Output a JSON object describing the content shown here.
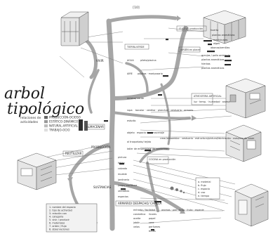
{
  "page_number": "[10]",
  "title_line1": "arbol",
  "title_line2": "tipológico",
  "legend": {
    "heading_line1": "relaciones de",
    "heading_line2": "actividades",
    "items": [
      {
        "label": "PRODUCCIÓN-OCIOSO",
        "color": "#666666"
      },
      {
        "label": "ESTÁTICO-DINÁMICO",
        "color": "#9a9a9a"
      },
      {
        "label": "NATURAL-ARTIFICIAL",
        "color": "#bdbdbd"
      },
      {
        "label": "TRABAJO-OCIO",
        "color": "#dedede"
      }
    ]
  },
  "nodes": {
    "vivir": "VIVIR",
    "almacenar": "ALMACENAR",
    "produccion": "PRODUCCIÓN",
    "reutilizar": "REUTILIZAR",
    "sustancias": "SUSTANCIAS",
    "cultivo": "CULTIVO producción",
    "tierra": "TIERRA-VERDE",
    "agua": "AGUA",
    "aire": "AIRE",
    "agua_desc": "pileta/piscina",
    "aire_desc": "pájaros · mariposario",
    "jardin": "JARDÍN en placer",
    "atmosfera": "ATMOSFERA ARTIFICIAL",
    "atmosfera_list": "luz · temp. · humedad · aroma",
    "musica": "música/ verde",
    "ropa": "ropa",
    "ropa_list": "bacalar · ventilar · planchar · vestuario · armario",
    "estudio": "estudio",
    "objeto": "objeto",
    "objeto_desc": "espacio de almacenaje",
    "objeto_list": "crear/ensamblar · vestuario · estructura/pintura/fabricación · máquina de coser",
    "troquelado": "al troquelado/ tejido",
    "taller": "taller de ensamblaje de sombreros",
    "pintura": "pintura",
    "tejido": "tejido",
    "calzado": "calzado",
    "mueble": "mueble",
    "jardineria": "jardinería",
    "juego": "juego/ escultura",
    "cocina_prod": "COCINA en producción",
    "utensilios": "utensilios",
    "especias": "especias",
    "armario": "ARMARIO/ DESPACHO/ CAPILLA",
    "armario_list": "aromas · piel · tinta · fruta · especie",
    "lower_list": [
      "entrada / facilidad",
      "cosmetica",
      "aceite",
      "jabón",
      "velas",
      "licores",
      "papel",
      "cera",
      "perfumes",
      "tintes"
    ],
    "upper_right_list": [
      "huerta",
      "plantas aromáticas",
      "medicinales",
      "algas",
      "abonos/semillas"
    ],
    "mid_right_list": [
      "granjas / pollo ambiente",
      "plantas aromáticas",
      "hierbas",
      "plantas aromáticas"
    ],
    "note_block": [
      "1. nombre del espacio",
      "2. tipo de actividad",
      "3. relación con",
      "4. categoría",
      "5. vivir / producir",
      "6. materiales",
      "7. orden / flujo",
      "8. observaciones"
    ],
    "note_block_right": [
      "a. material",
      "b. flujo",
      "c. espacio",
      "d. uso",
      "e. tiempo"
    ]
  }
}
